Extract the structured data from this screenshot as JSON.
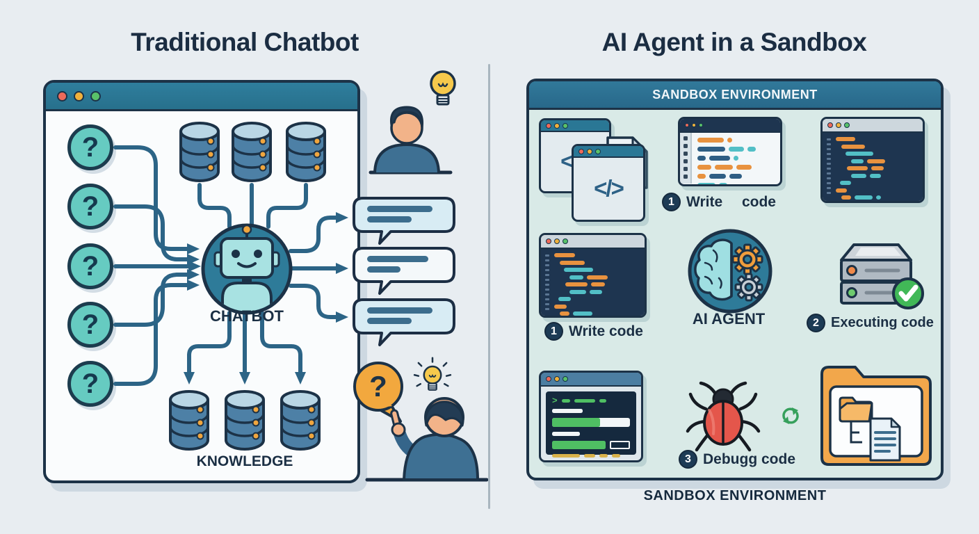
{
  "left": {
    "title": "Traditional Chatbot",
    "question_mark": "?",
    "chatbot_label": "CHATBOT",
    "knowledge_label": "KNOWLEDGE"
  },
  "right": {
    "title": "AI Agent in a Sandbox",
    "sandbox_header": "SANDBOX ENVIRONMENT",
    "sandbox_footer": "SANDBOX ENVIRONMENT",
    "agent_label": "AI AGENT",
    "code_file_glyph": "</>",
    "terminal_prompt": ">",
    "steps": {
      "write_top": {
        "num": "1",
        "label": "Write code"
      },
      "write_left": {
        "num": "1",
        "label": "Write code"
      },
      "execute": {
        "num": "2",
        "label": "Executing code"
      },
      "debug": {
        "num": "3",
        "label": "Debugg code"
      }
    }
  },
  "colors": {
    "background": "#e8edf1",
    "navy_text": "#1b2f44",
    "teal_header": "#2b7692",
    "arrow": "#2c6486",
    "question_teal": "#66cbc1",
    "database_blue": "#4d80a6",
    "accent_orange": "#f0a63e",
    "bug_red": "#e4564b",
    "folder_orange": "#f2a74b",
    "success_green": "#41b857",
    "sandbox_bg": "#d9eae7"
  }
}
